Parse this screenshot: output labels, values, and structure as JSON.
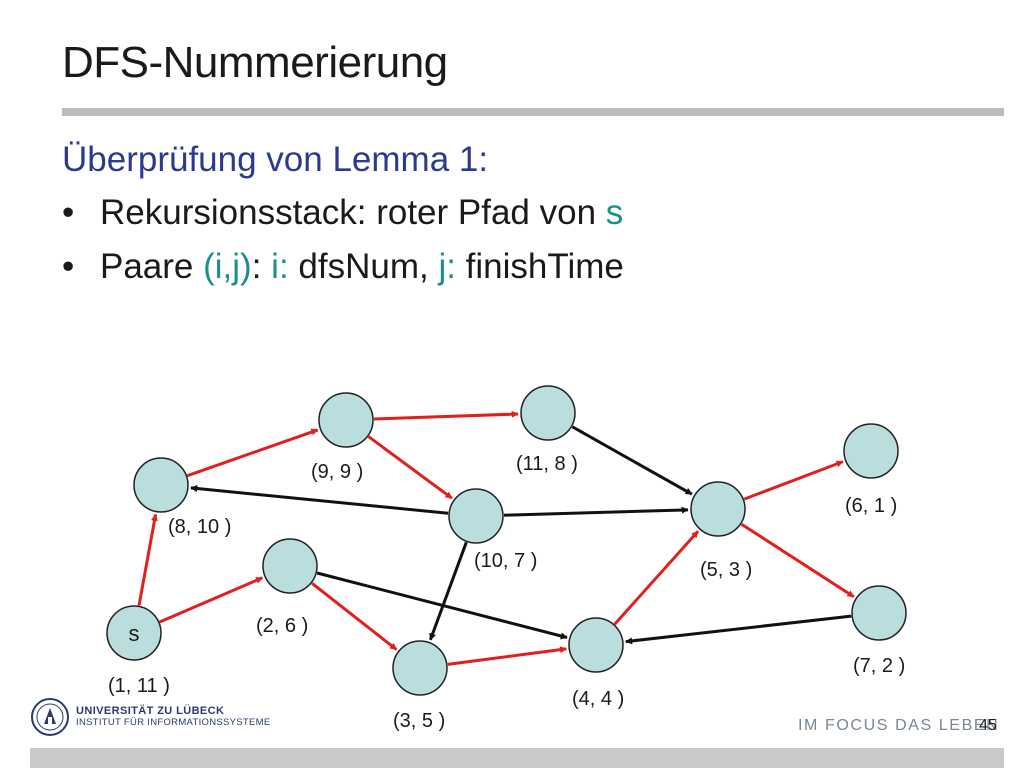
{
  "slide": {
    "title": "DFS-Nummerierung",
    "subtitle": "Überprüfung von Lemma 1:",
    "bullet_glyph": "•",
    "bullet1": {
      "text": "Rekursionsstack: roter Pfad von ",
      "highlight": "s"
    },
    "bullet2": {
      "a": "Paare ",
      "b": "(i,j)",
      "c": ": ",
      "d": "i:",
      "e": " dfsNum, ",
      "f": "j:",
      "g": " finishTime"
    }
  },
  "colors": {
    "node_fill": "#b9dedd",
    "node_stroke": "#222222",
    "tree_edge": "#e0201c",
    "other_edge": "#111111",
    "highlight": "#19908c",
    "subtitle": "#2b3a8c"
  },
  "graph": {
    "start_label": "s",
    "nodes": [
      {
        "id": "s",
        "pair": [
          "1",
          "11"
        ]
      },
      {
        "id": "n2",
        "pair": [
          "2",
          "6"
        ]
      },
      {
        "id": "n3",
        "pair": [
          "3",
          "5"
        ]
      },
      {
        "id": "n4",
        "pair": [
          "4",
          "4"
        ]
      },
      {
        "id": "n5",
        "pair": [
          "5",
          "3"
        ]
      },
      {
        "id": "n6",
        "pair": [
          "6",
          "1"
        ]
      },
      {
        "id": "n7",
        "pair": [
          "7",
          "2"
        ]
      },
      {
        "id": "n8",
        "pair": [
          "8",
          "10"
        ]
      },
      {
        "id": "n9",
        "pair": [
          "9",
          "9"
        ]
      },
      {
        "id": "n10",
        "pair": [
          "10",
          "7"
        ]
      },
      {
        "id": "n11",
        "pair": [
          "11",
          "8"
        ]
      }
    ],
    "edges": [
      {
        "from": "s",
        "to": "n8",
        "kind": "tree"
      },
      {
        "from": "s",
        "to": "n2",
        "kind": "tree"
      },
      {
        "from": "n8",
        "to": "n9",
        "kind": "tree"
      },
      {
        "from": "n9",
        "to": "n11",
        "kind": "tree"
      },
      {
        "from": "n9",
        "to": "n10",
        "kind": "tree"
      },
      {
        "from": "n2",
        "to": "n3",
        "kind": "tree"
      },
      {
        "from": "n3",
        "to": "n4",
        "kind": "tree"
      },
      {
        "from": "n4",
        "to": "n5",
        "kind": "tree"
      },
      {
        "from": "n5",
        "to": "n6",
        "kind": "tree"
      },
      {
        "from": "n5",
        "to": "n7",
        "kind": "tree"
      },
      {
        "from": "n10",
        "to": "n8",
        "kind": "other"
      },
      {
        "from": "n10",
        "to": "n5",
        "kind": "other"
      },
      {
        "from": "n10",
        "to": "n3",
        "kind": "other"
      },
      {
        "from": "n11",
        "to": "n5",
        "kind": "other"
      },
      {
        "from": "n2",
        "to": "n4",
        "kind": "other"
      },
      {
        "from": "n7",
        "to": "n4",
        "kind": "other"
      }
    ]
  },
  "footer": {
    "university": "UNIVERSITÄT ZU LÜBECK",
    "institute": "INSTITUT FÜR INFORMATIONSSYSTEME",
    "slogan": "IM FOCUS DAS LEBEN",
    "page_number": "45"
  }
}
